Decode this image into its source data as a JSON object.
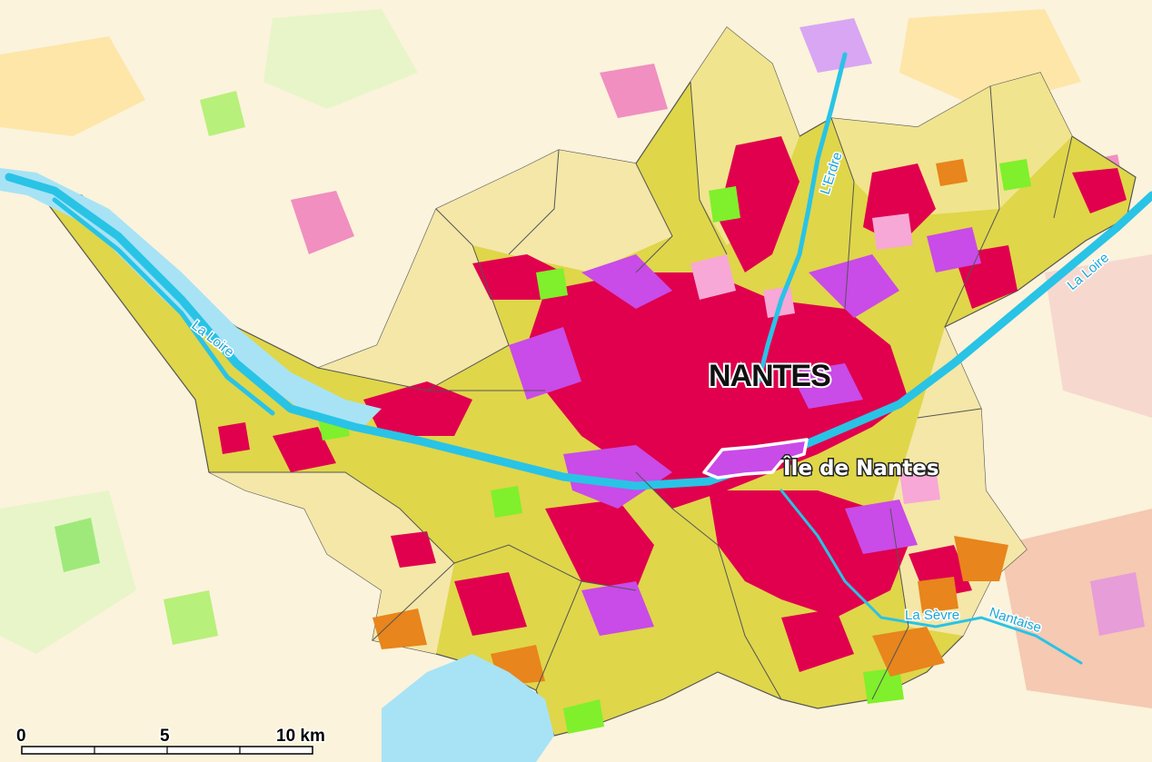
{
  "labels": {
    "city": "NANTES",
    "island": "Île de Nantes",
    "rivers": {
      "loire_west": "La Loire",
      "loire_east": "La Loire",
      "erdre": "L'Erdre",
      "sevre": "La Sèvre",
      "nantaise": "Nantaise"
    }
  },
  "scale_bar": {
    "ticks": [
      "0",
      "5",
      "10 km"
    ],
    "units": "km"
  },
  "colors": {
    "background": "#fbf3dc",
    "urban_dense": "#e0004d",
    "activity_zone": "#c94be8",
    "urban_pink": "#f7a8d6",
    "periurban": "#d8d23a",
    "rural_light": "#fde9b3",
    "green_space": "#7ff02b",
    "orange_zone": "#e8851c",
    "water": "#29c3e6",
    "water_light": "#a7e3f5",
    "outline": "#555555"
  }
}
